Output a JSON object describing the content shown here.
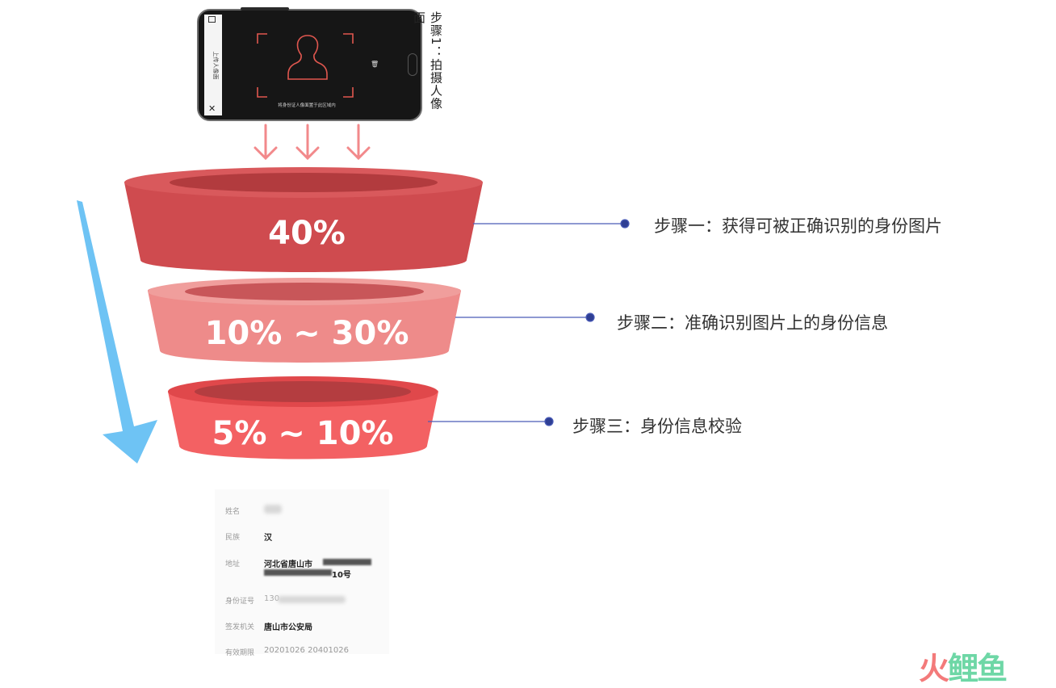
{
  "phone": {
    "side_text": "上传人像面",
    "hint": "将身份证人像面置于此区域内",
    "step_caption": "步骤1：拍摄人像面"
  },
  "funnel": {
    "levels": [
      {
        "value": "40%",
        "label": "步骤一：获得可被正确识别的身份图片"
      },
      {
        "value": "10% ~ 30%",
        "label": "步骤二：准确识别图片上的身份信息"
      },
      {
        "value": "5% ~ 10%",
        "label": "步骤三：身份信息校验"
      }
    ]
  },
  "id_card": {
    "fields": [
      {
        "key": "姓名",
        "value": ""
      },
      {
        "key": "民族",
        "value": "汉"
      },
      {
        "key": "地址",
        "value": "河北省唐山市",
        "value2": "10号"
      },
      {
        "key": "身份证号",
        "value": "130"
      },
      {
        "key": "签发机关",
        "value": "唐山市公安局"
      },
      {
        "key": "有效期限",
        "value": "20201026  20401026"
      }
    ]
  },
  "logo": {
    "part1": "火",
    "part2": "鲤鱼"
  },
  "colors": {
    "level1": "#cf4b4f",
    "level2": "#ee8b8a",
    "level3": "#f36163",
    "arrow_down": "#f2898b",
    "big_arrow": "#6ec3f4",
    "connector": "#4a5cb8"
  }
}
